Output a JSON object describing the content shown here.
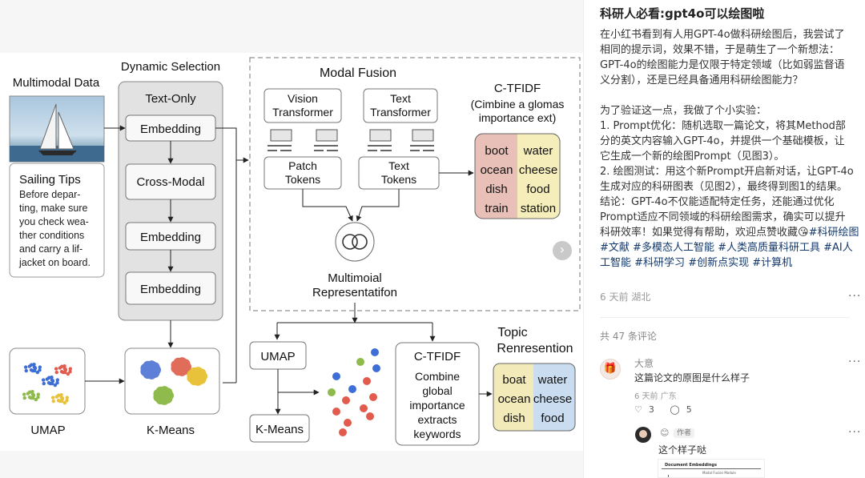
{
  "figure": {
    "multimodal_data": "Multimodal Data",
    "dynamic_selection": "Dynamic Selection",
    "text_only": "Text-Only",
    "embedding": "Embedding",
    "cross_modal": "Cross-Modal",
    "sailing_title": "Sailing Tips",
    "sailing_lines": [
      "Before depar-",
      "ting, make sure",
      "you check wea-",
      "ther conditions",
      "and carry a lif-",
      "jacket on board."
    ],
    "umap": "UMAP",
    "kmeans": "K-Means",
    "modal_fusion": "Modal Fusion",
    "vision_transformer": [
      "Vision",
      "Transformer"
    ],
    "text_transformer": [
      "Text",
      "Transformer"
    ],
    "patch_tokens": [
      "Patch",
      "Tokens"
    ],
    "text_tokens": [
      "Text",
      "Tokens"
    ],
    "ctfidf_title": "C-TFIDF",
    "ctfidf_sub": [
      "(Cimbine a glomas",
      "importance ext)"
    ],
    "words_left": [
      "boot",
      "ocean",
      "dish",
      "train"
    ],
    "words_right": [
      "water",
      "cheese",
      "food",
      "station"
    ],
    "multimodal_rep": [
      "Multimoial",
      "Representatifon"
    ],
    "umap_bottom": "UMAP",
    "kmeans_bottom": "K-Means",
    "ctfidf_bottom_title": "C-TFIDF",
    "ctfidf_bottom_body": [
      "Combine",
      "global",
      "importance",
      "extracts",
      "keywords"
    ],
    "topic_title": [
      "Topic",
      "Renresention"
    ],
    "topic_left": [
      "boat",
      "ocean",
      "dish"
    ],
    "topic_right": [
      "water",
      "cheese",
      "food"
    ],
    "next_icon": "›"
  },
  "post": {
    "title": "科研人必看:gpt4o可以绘图啦",
    "body_lines": [
      "在小红书看到有人用GPT-4o做科研绘图后，我尝试了",
      "相同的提示词，效果不错，于是萌生了一个新想法：",
      "GPT-4o的绘图能力是仅限于特定领域（比如弱监督语",
      "义分割），还是已经具备通用科研绘图能力？",
      "",
      "为了验证这一点，我做了个小实验：",
      "1. Prompt优化：随机选取一篇论文，将其Method部",
      "分的英文内容输入GPT-4o，并提供一个基础模板，让",
      "它生成一个新的绘图Prompt（见图3）。",
      "2. 绘图测试：用这个新Prompt开启新对话，让GPT-4o",
      "生成对应的科研图表（见图2），最终得到图1的结果。",
      "结论：GPT-4o不仅能适配特定任务，还能通过优化",
      "Prompt适应不同领域的科研绘图需求，确实可以提升"
    ],
    "last_line_text": "科研效率！如果觉得有帮助，欢迎点赞收藏😘",
    "tags": [
      "#科研绘图",
      "#文献",
      "#多模态人工智能",
      "#人类高质量科研工具",
      "#AI人工智能",
      "#科研学习",
      "#创新点实现",
      "#计算机"
    ],
    "meta": "6 天前 湖北",
    "more": "···"
  },
  "comments": {
    "count_label": "共 47 条评论",
    "c1": {
      "author": "大意",
      "text": "这篇论文的原图是什么样子",
      "meta": "6 天前 广东",
      "likes": "3",
      "replies": "5"
    },
    "reply": {
      "author": "😊",
      "badge": "作者",
      "text": "这个样子哒",
      "thumb_title": "Document Embeddings",
      "thumb_sub": "Modal Fusion Module"
    }
  },
  "colors": {
    "tag": "#13386c",
    "accent_red": "#e25b4d",
    "accent_blue": "#3d6fd6"
  }
}
